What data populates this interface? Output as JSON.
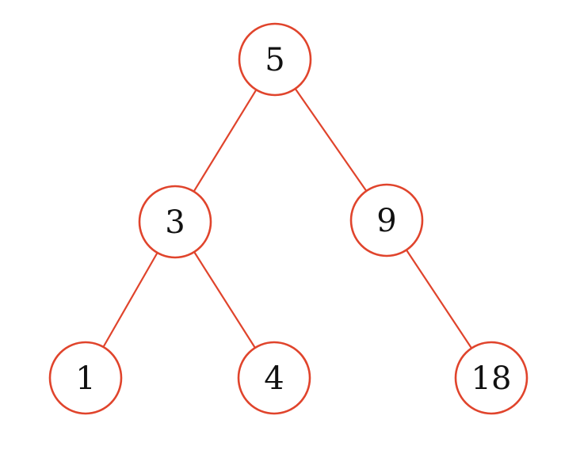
{
  "tree": {
    "colors": {
      "stroke": "#e0442c",
      "fill": "#ffffff",
      "text": "#111111",
      "background": "#ffffff"
    },
    "nodes": [
      {
        "id": "n5",
        "label": "5"
      },
      {
        "id": "n3",
        "label": "3"
      },
      {
        "id": "n9",
        "label": "9"
      },
      {
        "id": "n1",
        "label": "1"
      },
      {
        "id": "n4",
        "label": "4"
      },
      {
        "id": "n18",
        "label": "18"
      }
    ],
    "edges": [
      {
        "from": "n5",
        "to": "n3"
      },
      {
        "from": "n5",
        "to": "n9"
      },
      {
        "from": "n3",
        "to": "n1"
      },
      {
        "from": "n3",
        "to": "n4"
      },
      {
        "from": "n9",
        "to": "n18"
      }
    ]
  }
}
